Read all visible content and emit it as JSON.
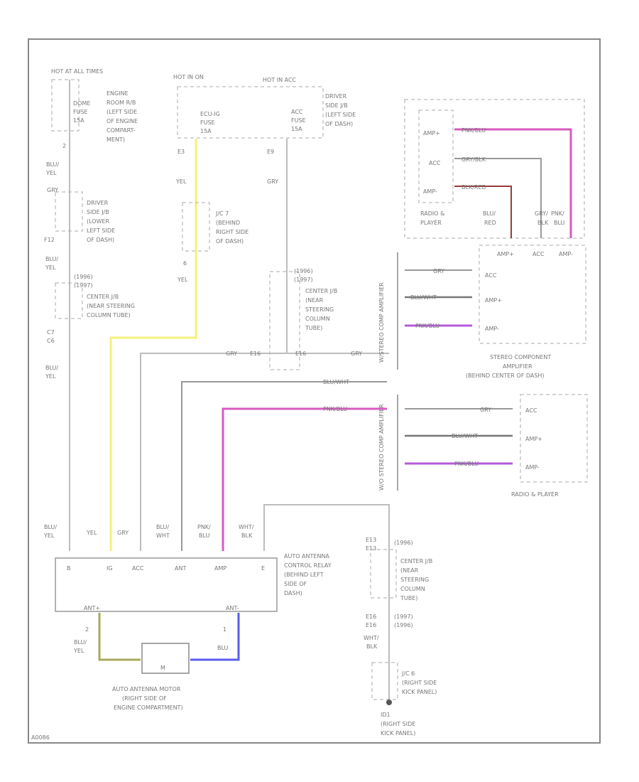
{
  "fuse_hot_at_all_times": {
    "power": "HOT AT ALL TIMES",
    "fuse_name": "DOME",
    "fuse_rating": "FUSE",
    "fuse_amp": "15A",
    "location": [
      "ENGINE",
      "ROOM R/B",
      "(LEFT SIDE",
      "OF ENGINE",
      "COMPART-",
      "MENT)"
    ]
  },
  "fuse_hot_in_on": {
    "power": "HOT IN ON",
    "fuse_name": "ECU-IG",
    "fuse_rating": "FUSE",
    "fuse_amp": "15A"
  },
  "fuse_hot_in_acc": {
    "power": "HOT IN ACC",
    "fuse_name": "ACC",
    "fuse_rating": "FUSE",
    "fuse_amp": "15A",
    "location": [
      "DRIVER",
      "SIDE J/B",
      "(LEFT SIDE",
      "OF DASH)"
    ]
  },
  "driver_jb": {
    "pin_top": "GRY",
    "location": [
      "DRIVER",
      "SIDE J/B",
      "(LOWER",
      "LEFT SIDE",
      "OF DASH)"
    ]
  },
  "jc7": {
    "location": [
      "J/C 7",
      "(BEHIND",
      "RIGHT SIDE",
      "OF DASH)"
    ]
  },
  "center_jb_left": {
    "years": [
      "(1996)",
      "(1997)"
    ],
    "location": [
      "CENTER J/B",
      "(NEAR STEERING",
      "COLUMN TUBE)"
    ]
  },
  "center_jb_mid": {
    "years": [
      "(1996)",
      "(1997)"
    ],
    "location": [
      "CENTER J/B",
      "(NEAR",
      "STEERING",
      "COLUMN",
      "TUBE)"
    ]
  },
  "center_jb_lower": {
    "years": [
      "(1996)",
      "(1997)",
      "(1996)"
    ],
    "location": [
      "CENTER J/B",
      "(NEAR",
      "STEERING",
      "COLUMN",
      "TUBE)"
    ]
  },
  "labels": {
    "pin_2": "2",
    "pin_e3": "E3",
    "pin_e9": "E9",
    "pin_f12": "F12",
    "pin_6": "6",
    "pin_c7": "C7",
    "pin_c6": "C6",
    "pin_e13": "E13",
    "pin_e16": "E16",
    "pin_1": "1",
    "pin_2b": "2",
    "blu_yel": "BLU/\nYEL",
    "yel": "YEL",
    "gry": "GRY",
    "with_stereo": "W/STEREO COMP AMPLIFIER",
    "without_stereo": "W/O STEREO COMP AMPLIFIER",
    "code": "A0086"
  },
  "wires": {
    "gry": "GRY",
    "blu_wht": "BLU/WHT",
    "pnk_blu": "PNK/BLU",
    "gry_blk": "GRY/BLK",
    "blu_red": "BLU/RED",
    "blk_red": "BLK/RED",
    "wht_blk": "WHT/BLK",
    "blu": "BLU"
  },
  "radio_player_top": {
    "label": [
      "RADIO &",
      "PLAYER"
    ],
    "pins": [
      "AMP+",
      "ACC",
      "AMP-"
    ]
  },
  "stereo_amp": {
    "pins_top": [
      "AMP+",
      "ACC",
      "AMP-"
    ],
    "pins_left": [
      "ACC",
      "AMP+",
      "AMP-"
    ],
    "label": [
      "STEREO COMPONENT",
      "AMPLIFIER",
      "(BEHIND CENTER OF DASH)"
    ]
  },
  "radio_player_bottom": {
    "label": "RADIO & PLAYER",
    "pins": [
      "ACC",
      "AMP+",
      "AMP-"
    ]
  },
  "relay": {
    "pins": [
      "B",
      "IG",
      "ACC",
      "ANT",
      "AMP",
      "E"
    ],
    "wire_labels": [
      "BLU/\nYEL",
      "YEL",
      "GRY",
      "BLU/\nWHT",
      "PNK/\nBLU",
      "WHT/\nBLK"
    ],
    "bottom_pins": [
      "ANT+",
      "ANT-"
    ],
    "label": [
      "AUTO ANTENNA",
      "CONTROL RELAY",
      "(BEHIND LEFT",
      "SIDE OF",
      "DASH)"
    ]
  },
  "motor": {
    "symbol": "M",
    "label": [
      "AUTO ANTENNA MOTOR",
      "(RIGHT SIDE OF",
      "ENGINE COMPARTMENT)"
    ]
  },
  "jc6": {
    "location": [
      "J/C 6",
      "(RIGHT SIDE",
      "KICK PANEL)"
    ]
  },
  "ground": {
    "name": "ID1",
    "location": [
      "(RIGHT SIDE",
      "KICK PANEL)"
    ]
  },
  "colors": {
    "yellow": "#f5f07a",
    "pink": "#d85ac0",
    "blue": "#5a5cf0",
    "olive": "#a8a85a",
    "line": "#bdbdbd",
    "dark": "#777777"
  }
}
